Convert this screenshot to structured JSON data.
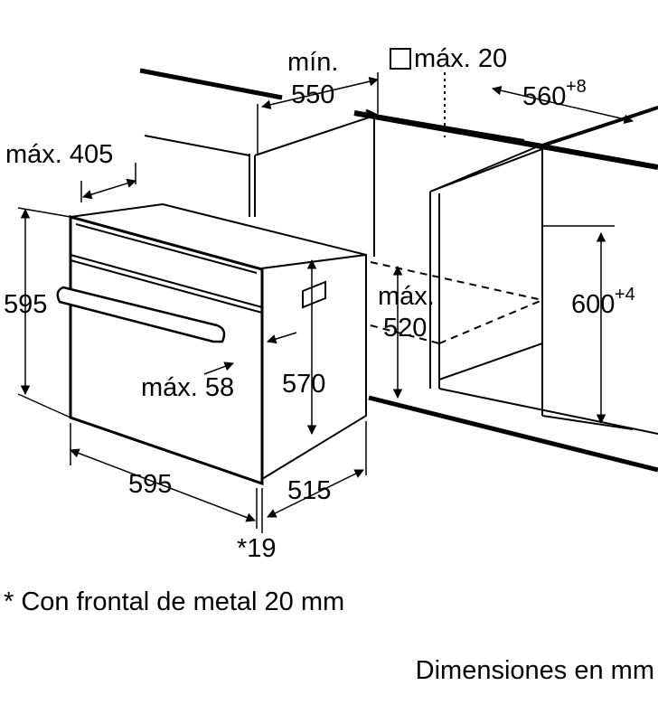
{
  "dimensions": {
    "min_label": "mín.",
    "min_value": "550",
    "square_max": "máx. 20",
    "width_cutout": "560",
    "width_cutout_tol": "+8",
    "max_405": "máx. 405",
    "height_595": "595",
    "height_cutout": "600",
    "height_cutout_tol": "+4",
    "max_label_520": "máx.",
    "max_value_520": "520",
    "max_58": "máx. 58",
    "height_570": "570",
    "width_595": "595",
    "depth_515": "515",
    "front_19": "*19"
  },
  "footnote": "* Con frontal de metal 20 mm",
  "units_note": "Dimensiones en mm"
}
